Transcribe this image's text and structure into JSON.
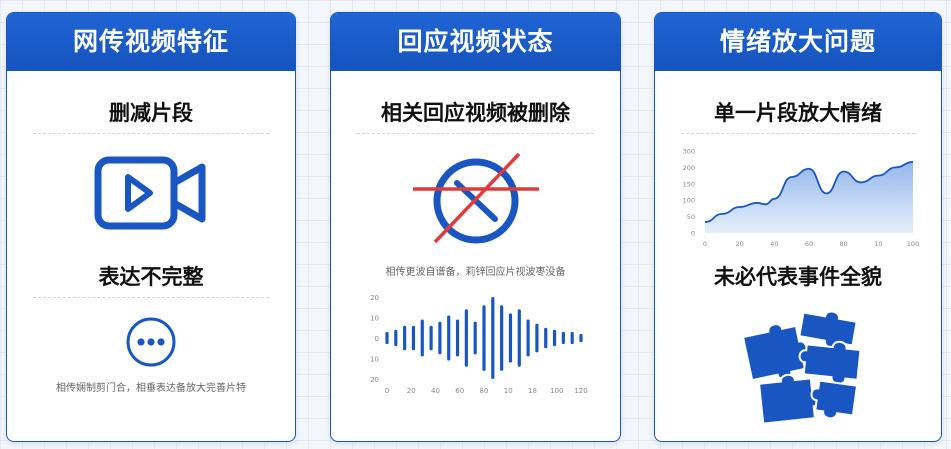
{
  "cards": [
    {
      "title": "网传视频特征",
      "items": [
        {
          "label": "删减片段",
          "icon": "video-camera-icon"
        },
        {
          "label": "表达不完整",
          "icon": "more-dots-icon"
        }
      ],
      "caption": "相传娴制剪门合，相垂表达备放大完善片特"
    },
    {
      "title": "回应视频状态",
      "items": [
        {
          "label": "相关回应视频被删除",
          "icon": "no-entry-icon"
        }
      ],
      "caption": "相传更波自谱备，莉锌回应片视波枣没备"
    },
    {
      "title": "情绪放大问题",
      "items": [
        {
          "label": "单一片段放大情绪",
          "icon": "area-chart-icon"
        },
        {
          "label": "未必代表事件全貌",
          "icon": "puzzle-icon"
        }
      ]
    }
  ],
  "colors": {
    "primary": "#1a56c2",
    "header": "#1553bd",
    "strike": "#e03a3a",
    "area_fill": "#bcd3f3"
  },
  "chart_data": [
    {
      "type": "bar",
      "title": "",
      "xlabel": "",
      "ylabel": "",
      "x_ticks": [
        "0",
        "20",
        "40",
        "60",
        "80",
        "10",
        "18",
        "100",
        "120"
      ],
      "y_ticks": [
        "20",
        "10",
        "0",
        "10",
        "20"
      ],
      "ylim": [
        -20,
        20
      ],
      "grid": false,
      "values": [
        3,
        4,
        6,
        6,
        9,
        6,
        8,
        11,
        9,
        14,
        8,
        16,
        20,
        16,
        12,
        14,
        9,
        7,
        5,
        4,
        3,
        3,
        2
      ],
      "symmetric": true
    },
    {
      "type": "area",
      "title": "",
      "xlabel": "",
      "ylabel": "",
      "x": [
        0,
        10,
        20,
        30,
        35,
        40,
        50,
        60,
        70,
        80,
        90,
        100,
        110,
        120
      ],
      "values": [
        40,
        70,
        95,
        110,
        105,
        125,
        205,
        235,
        145,
        225,
        185,
        210,
        240,
        260
      ],
      "x_ticks": [
        "0",
        "20",
        "40",
        "60",
        "80",
        "10",
        "100"
      ],
      "y_ticks": [
        "0",
        "50",
        "100",
        "150",
        "200",
        "300"
      ],
      "ylim": [
        0,
        300
      ],
      "grid": false
    }
  ]
}
